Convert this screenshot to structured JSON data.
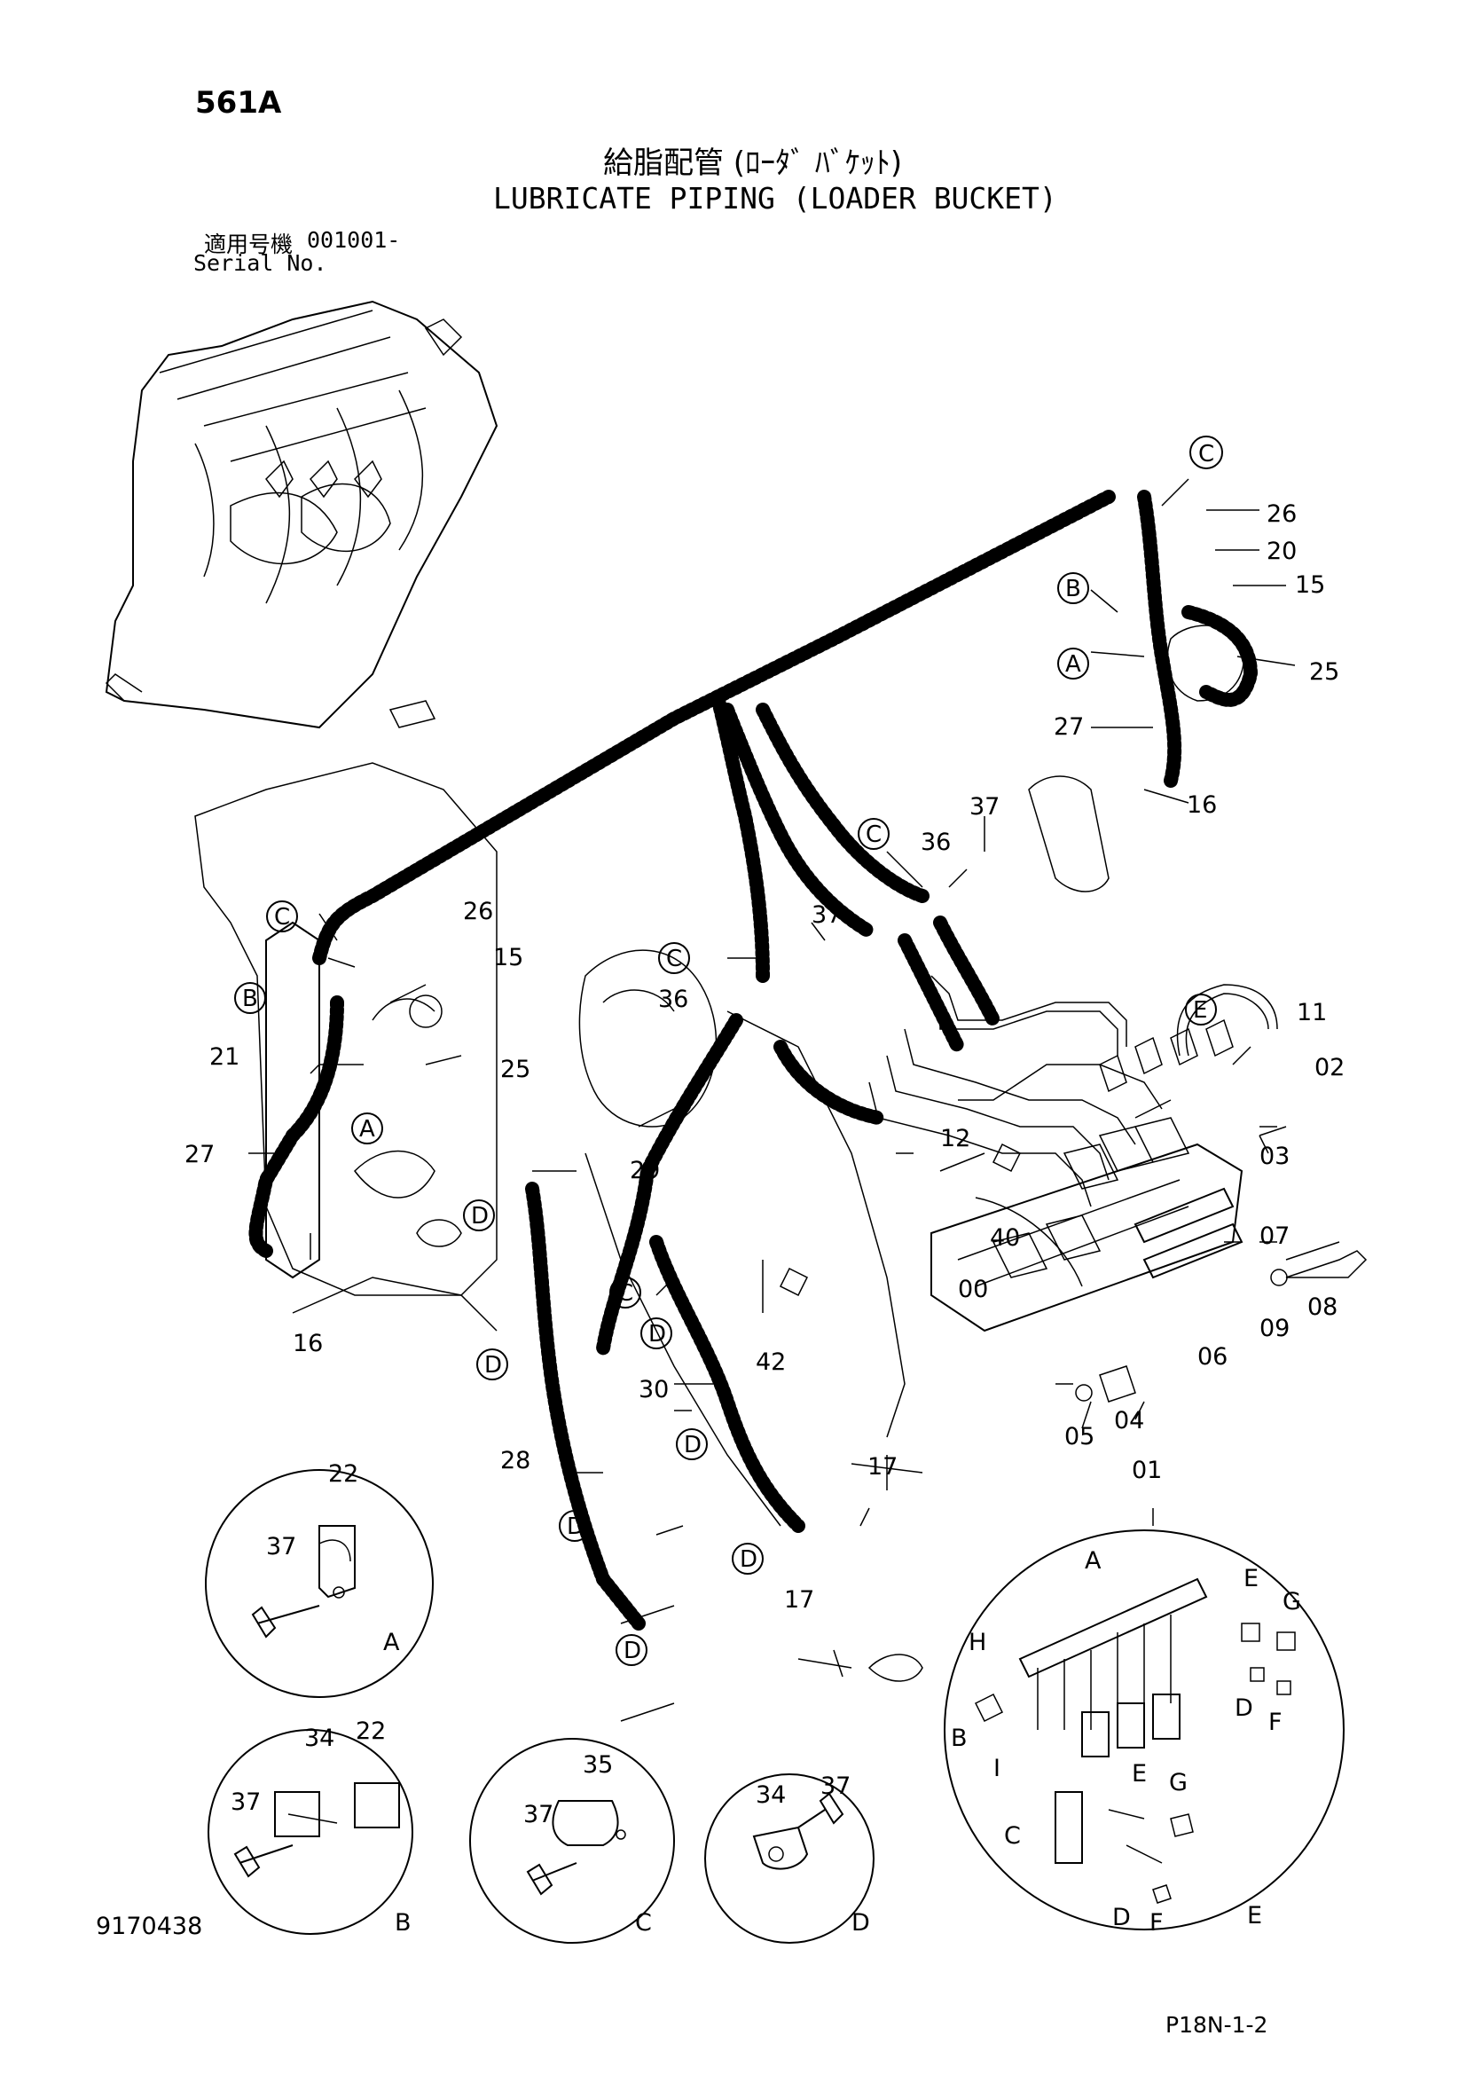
{
  "header": {
    "page_code": "561A",
    "title_jp": "給脂配管 (ﾛｰﾀﾞ ﾊﾞｹｯﾄ)",
    "title_en": "LUBRICATE PIPING (LOADER BUCKET)",
    "serial_label_jp": "適用号機",
    "serial_range": "001001-",
    "serial_label_en": "Serial No."
  },
  "footer": {
    "drawing_number": "9170438",
    "page_ref": "P18N-1-2"
  },
  "callouts": {
    "c_top": "C",
    "b_top": "B",
    "a_top": "A",
    "c_left": "C",
    "b_left": "B",
    "a_left": "A",
    "c_mid": "C",
    "c_mid2": "C",
    "c_low": "C",
    "d1": "D",
    "d2": "D",
    "d3": "D",
    "d4": "D",
    "d5": "D",
    "d6": "D",
    "d7": "D",
    "e_mid": "E"
  },
  "part_labels": {
    "p26_top": "26",
    "p20": "20",
    "p15_top": "15",
    "p25_top": "25",
    "p27_top": "27",
    "p16_top": "16",
    "p37_a": "37",
    "p36_a": "36",
    "p37_b": "37",
    "p36_b": "36",
    "p26_left": "26",
    "p15_left": "15",
    "p21": "21",
    "p25_left": "25",
    "p27_left": "27",
    "p16_left": "16",
    "p29": "29",
    "p30": "30",
    "p28": "28",
    "p42": "42",
    "p17_a": "17",
    "p17_b": "17",
    "p11": "11",
    "p02": "02",
    "p03": "03",
    "p12": "12",
    "p40": "40",
    "p07": "07",
    "p08": "08",
    "p09": "09",
    "p00": "00",
    "p06": "06",
    "p05": "05",
    "p04": "04",
    "p01": "01"
  },
  "details": {
    "A": {
      "name": "A",
      "parts": [
        "22",
        "37"
      ]
    },
    "B": {
      "name": "B",
      "parts": [
        "34",
        "22",
        "37"
      ]
    },
    "C": {
      "name": "C",
      "parts": [
        "35",
        "37"
      ]
    },
    "D": {
      "name": "D",
      "parts": [
        "34",
        "37"
      ]
    },
    "E": {
      "name": "E",
      "letters": [
        "A",
        "E",
        "G",
        "H",
        "B",
        "D",
        "F",
        "I",
        "C",
        "E",
        "G",
        "D",
        "F"
      ]
    }
  }
}
